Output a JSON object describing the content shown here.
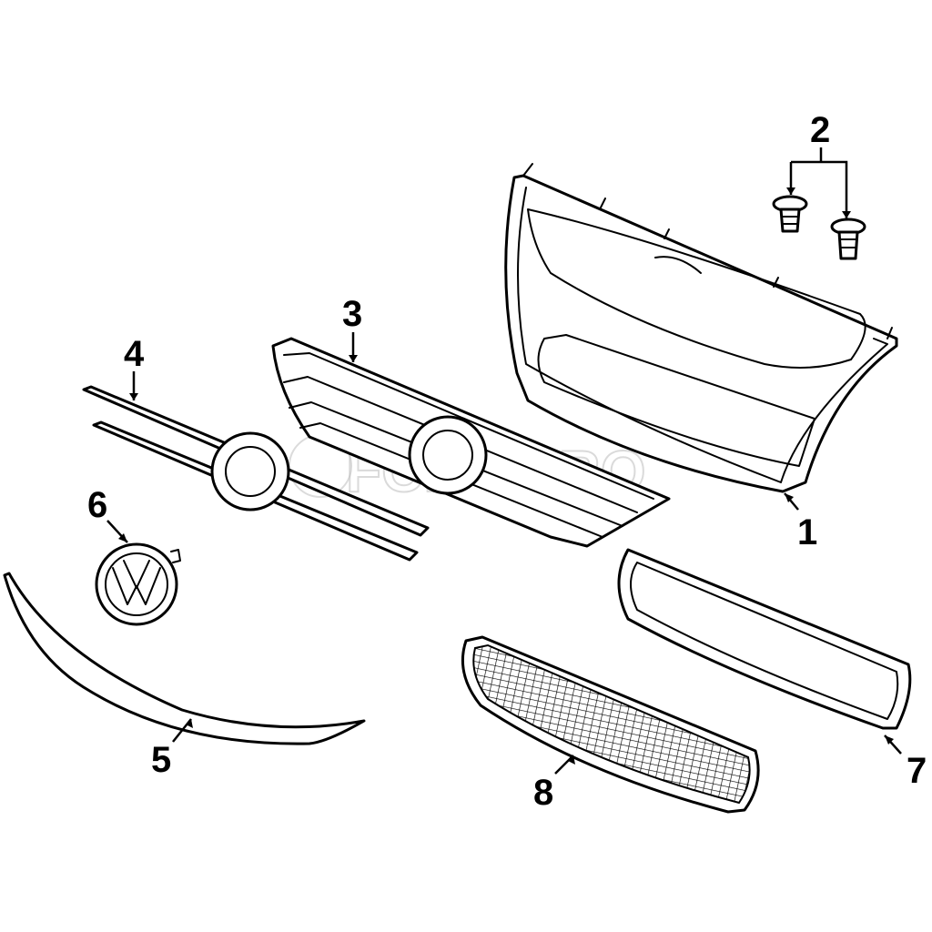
{
  "watermark": {
    "text": "FCP EURO"
  },
  "callouts": [
    {
      "id": "1",
      "label": "1",
      "part": "grille-frame"
    },
    {
      "id": "2",
      "label": "2",
      "part": "clip-fastener"
    },
    {
      "id": "3",
      "label": "3",
      "part": "upper-grille"
    },
    {
      "id": "4",
      "label": "4",
      "part": "grille-trim-bars"
    },
    {
      "id": "5",
      "label": "5",
      "part": "lower-molding-strip"
    },
    {
      "id": "6",
      "label": "6",
      "part": "vw-emblem"
    },
    {
      "id": "7",
      "label": "7",
      "part": "lower-grille-frame"
    },
    {
      "id": "8",
      "label": "8",
      "part": "mesh-grille"
    }
  ],
  "colors": {
    "line": "#000000",
    "background": "#ffffff",
    "watermark": "#bdbdbd"
  }
}
